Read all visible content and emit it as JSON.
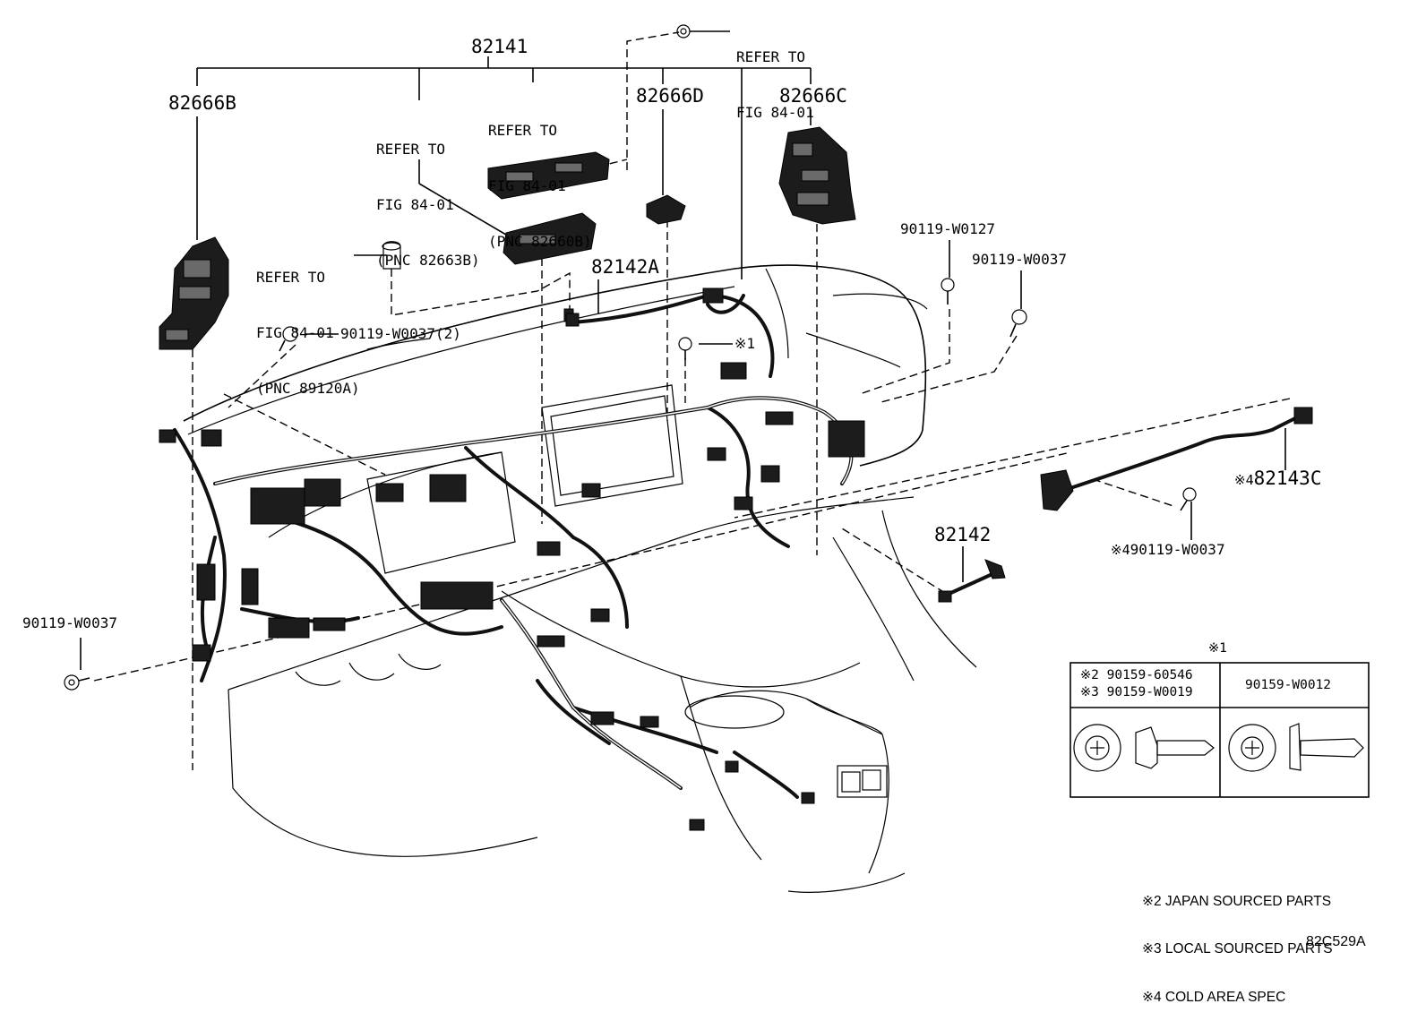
{
  "diagram_id": "82C529A",
  "parts": {
    "harness_main": "82141",
    "harness_a": "82142A",
    "harness_b": "82142",
    "harness_c": "82143C",
    "block_b": "82666B",
    "block_c": "82666C",
    "block_d": "82666D",
    "bolt_0127": "90119-W0127",
    "bolt_0037_top": "90119-W0037",
    "bolt_0037_qty2": "90119-W0037(2)",
    "bolt_0037_left": "90119-W0037",
    "bolt_0037_cold": "90119-W0037"
  },
  "refs": {
    "ref_top_right": [
      "REFER TO",
      "FIG 84-01"
    ],
    "ref_82663b": [
      "REFER TO",
      "FIG 84-01",
      "(PNC 82663B)"
    ],
    "ref_82660b": [
      "REFER TO",
      "FIG 84-01",
      "(PNC 82660B)"
    ],
    "ref_89120a": [
      "REFER TO",
      "FIG 84-01",
      "(PNC 89120A)"
    ]
  },
  "markers": {
    "note1": "※1",
    "note4_harness": "※4",
    "note4_bolt": "※4"
  },
  "fastener_table": {
    "title": "※1",
    "col1_line1": "※2 90159-60546",
    "col1_line2": "※3 90159-W0019",
    "col2": "90159-W0012"
  },
  "notes": [
    "※2 JAPAN SOURCED PARTS",
    "※3 LOCAL SOURCED PARTS",
    "※4 COLD AREA SPEC"
  ]
}
